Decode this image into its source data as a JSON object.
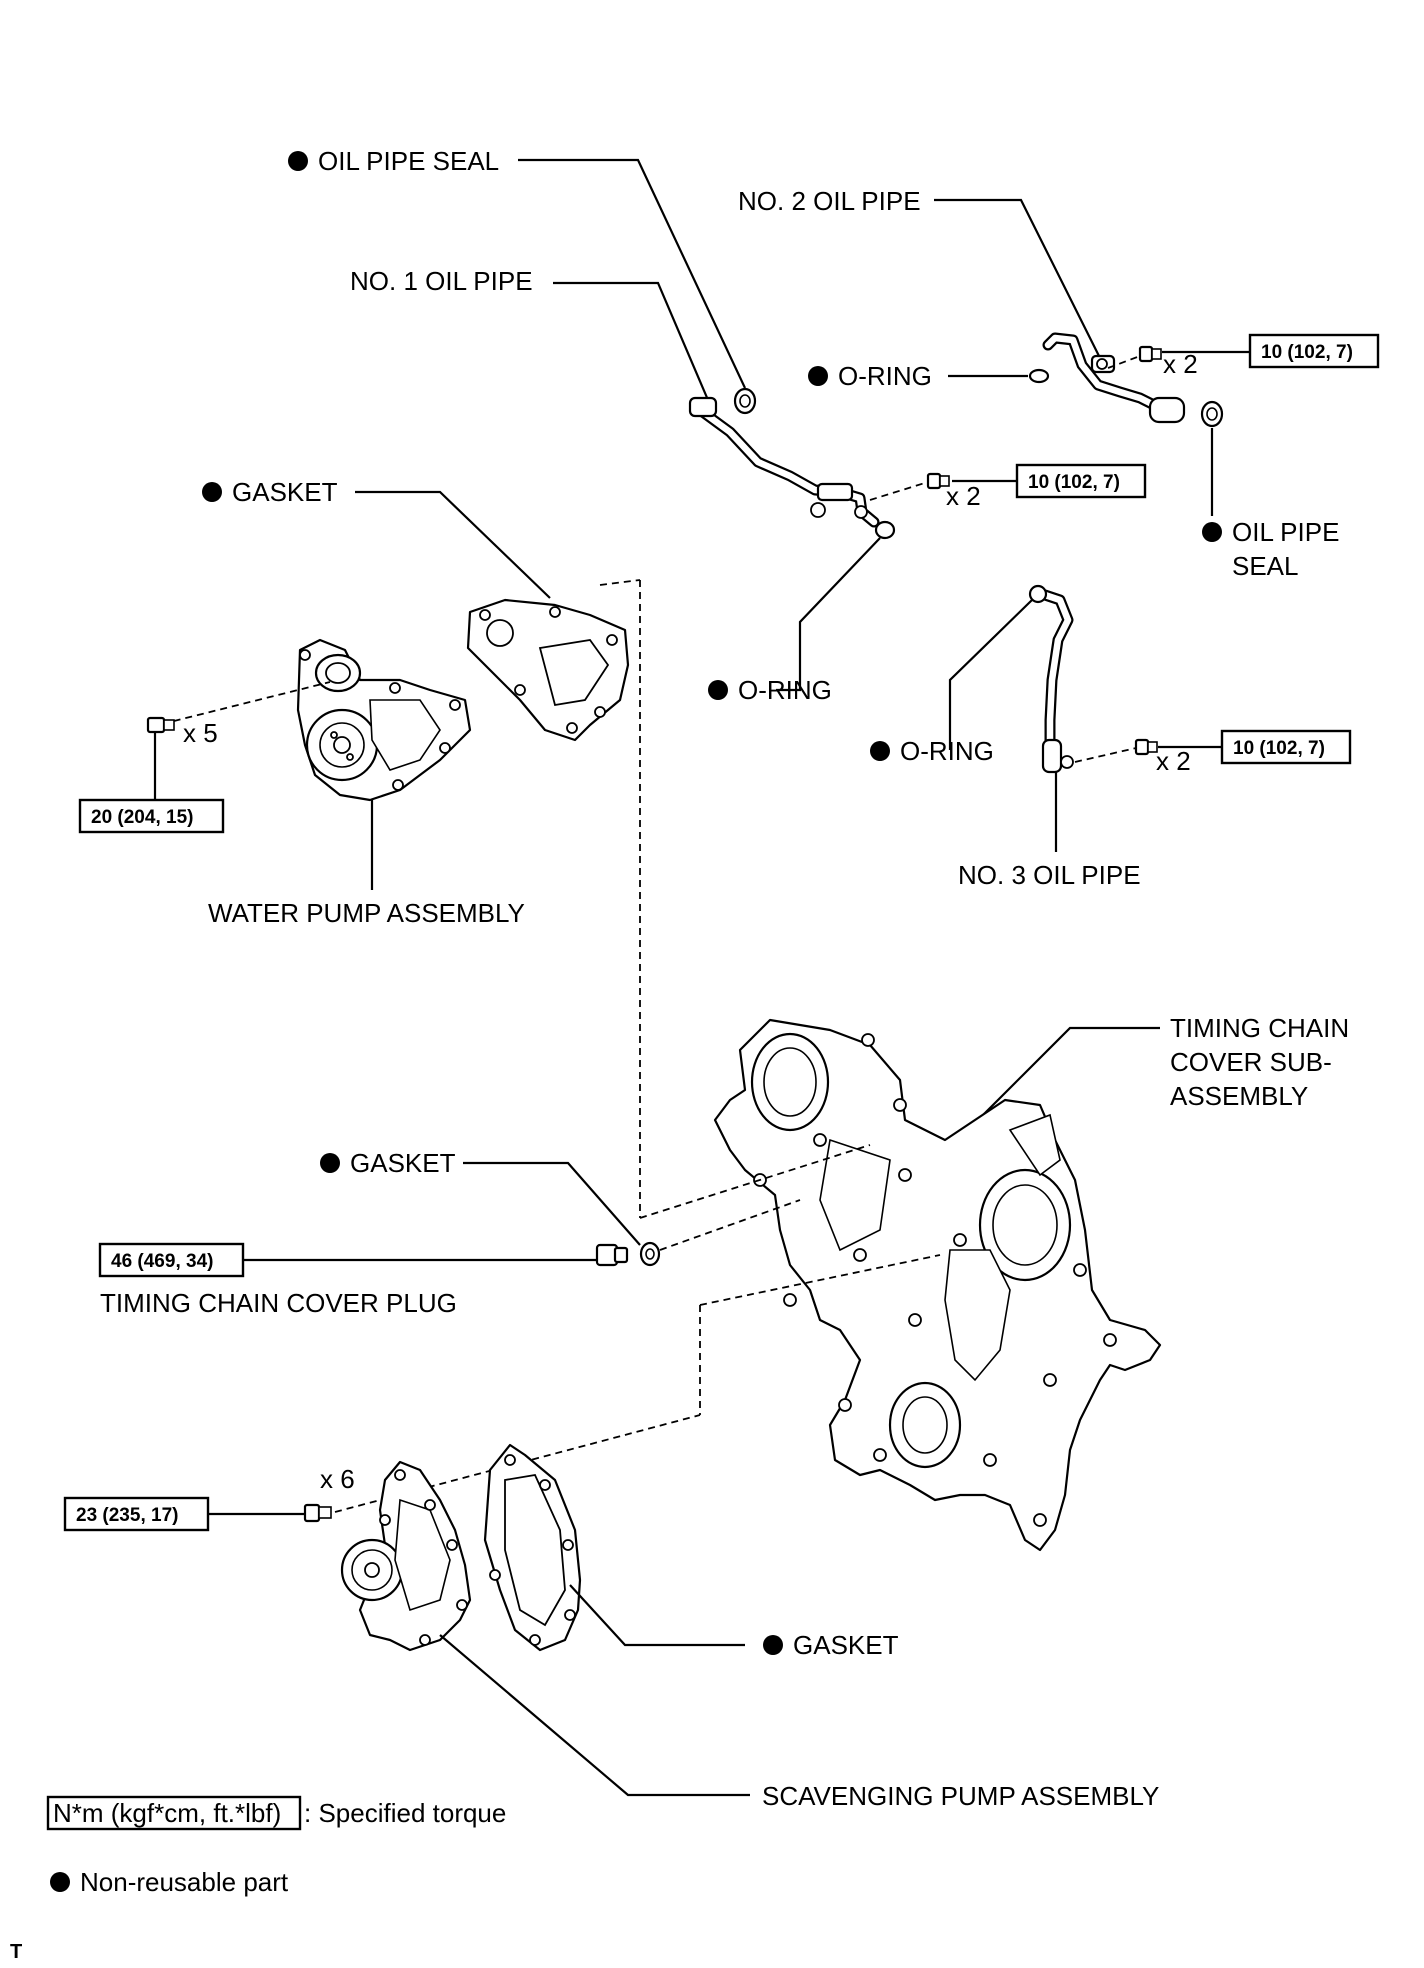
{
  "labels": {
    "oil_pipe_seal_top": "OIL PIPE SEAL",
    "no1_oil_pipe": "NO. 1 OIL PIPE",
    "no2_oil_pipe": "NO. 2 OIL PIPE",
    "o_ring_no2": "O-RING",
    "oil_pipe_seal_right_1": "OIL PIPE",
    "oil_pipe_seal_right_2": "SEAL",
    "gasket_water_pump": "GASKET",
    "o_ring_no1": "O-RING",
    "o_ring_no3": "O-RING",
    "no3_oil_pipe": "NO. 3 OIL PIPE",
    "water_pump_assembly": "WATER PUMP ASSEMBLY",
    "timing_chain_cover_1": "TIMING CHAIN",
    "timing_chain_cover_2": "COVER SUB-",
    "timing_chain_cover_3": "ASSEMBLY",
    "gasket_plug": "GASKET",
    "timing_chain_cover_plug": "TIMING CHAIN COVER PLUG",
    "gasket_scavenging": "GASKET",
    "scavenging_pump_assembly": "SCAVENGING PUMP ASSEMBLY"
  },
  "torques": {
    "no1_pipe_bolts": "10 (102, 7)",
    "no2_pipe_bolts": "10 (102, 7)",
    "no3_pipe_bolts": "10 (102, 7)",
    "water_pump_bolts": "20 (204, 15)",
    "plug": "46 (469, 34)",
    "scavenging_bolts": "23 (235, 17)"
  },
  "quantities": {
    "no1_pipe_bolts": "x 2",
    "no2_pipe_bolts": "x 2",
    "no3_pipe_bolts": "x 2",
    "water_pump_bolts": "x 5",
    "scavenging_bolts": "x 6"
  },
  "legend": {
    "torque_unit": "N*m (kgf*cm, ft.*lbf)",
    "torque_desc": ": Specified torque",
    "non_reusable": "Non-reusable part"
  },
  "corner_mark": "T"
}
